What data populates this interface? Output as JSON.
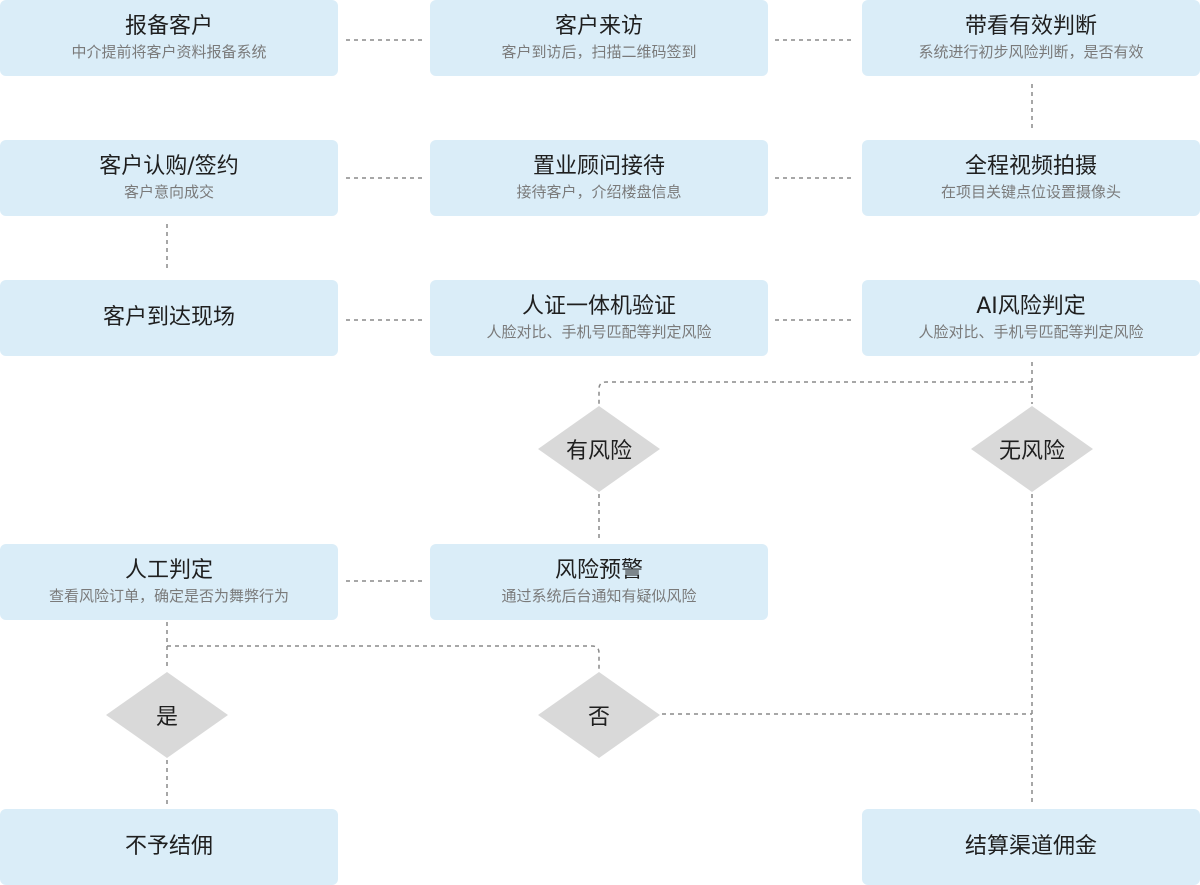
{
  "nodes": {
    "report": {
      "title": "报备客户",
      "sub": "中介提前将客户资料报备系统"
    },
    "visit": {
      "title": "客户来访",
      "sub": "客户到访后，扫描二维码签到"
    },
    "valid": {
      "title": "带看有效判断",
      "sub": "系统进行初步风险判断，是否有效"
    },
    "purchase": {
      "title": "客户认购/签约",
      "sub": "客户意向成交"
    },
    "consultant": {
      "title": "置业顾问接待",
      "sub": "接待客户，介绍楼盘信息"
    },
    "video": {
      "title": "全程视频拍摄",
      "sub": "在项目关键点位设置摄像头"
    },
    "arrive": {
      "title": "客户到达现场"
    },
    "idcheck": {
      "title": "人证一体机验证",
      "sub": "人脸对比、手机号匹配等判定风险"
    },
    "ai": {
      "title": "AI风险判定",
      "sub": "人脸对比、手机号匹配等判定风险"
    },
    "manual": {
      "title": "人工判定",
      "sub": "查看风险订单，确定是否为舞弊行为"
    },
    "warning": {
      "title": "风险预警",
      "sub": "通过系统后台通知有疑似风险"
    },
    "nocommission": {
      "title": "不予结佣"
    },
    "settle": {
      "title": "结算渠道佣金"
    }
  },
  "decisions": {
    "risk": "有风险",
    "norisk": "无风险",
    "yes": "是",
    "no": "否"
  }
}
